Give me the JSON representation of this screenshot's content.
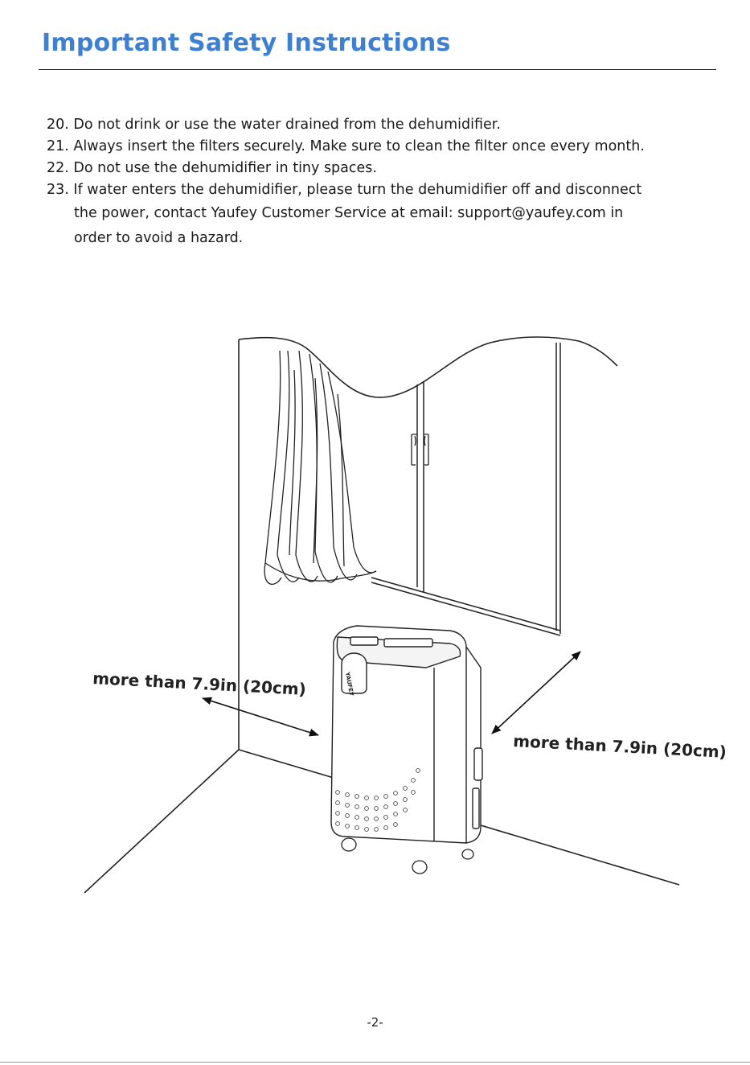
{
  "header": {
    "title": "Important Safety Instructions"
  },
  "instructions": [
    {
      "number": "20.",
      "text": "Do not drink or use the water drained from the dehumidifier."
    },
    {
      "number": "21.",
      "text": "Always insert the filters securely. Make sure to clean the filter once every month."
    },
    {
      "number": "22.",
      "text": "Do not use the dehumidifier in tiny spaces."
    },
    {
      "number": "23.",
      "text": "If water enters the dehumidifier, please turn the dehumidifier off and disconnect",
      "continuation_1": "the power, contact Yaufey Customer Service at email: support@yaufey.com in",
      "continuation_2": "order to avoid a hazard."
    }
  ],
  "illustration": {
    "clearance_left_label": "more than 7.9in (20cm)",
    "clearance_right_label": "more than 7.9in (20cm)",
    "brand_mark": "YAUFEY"
  },
  "footer": {
    "page_number": "-2-"
  }
}
